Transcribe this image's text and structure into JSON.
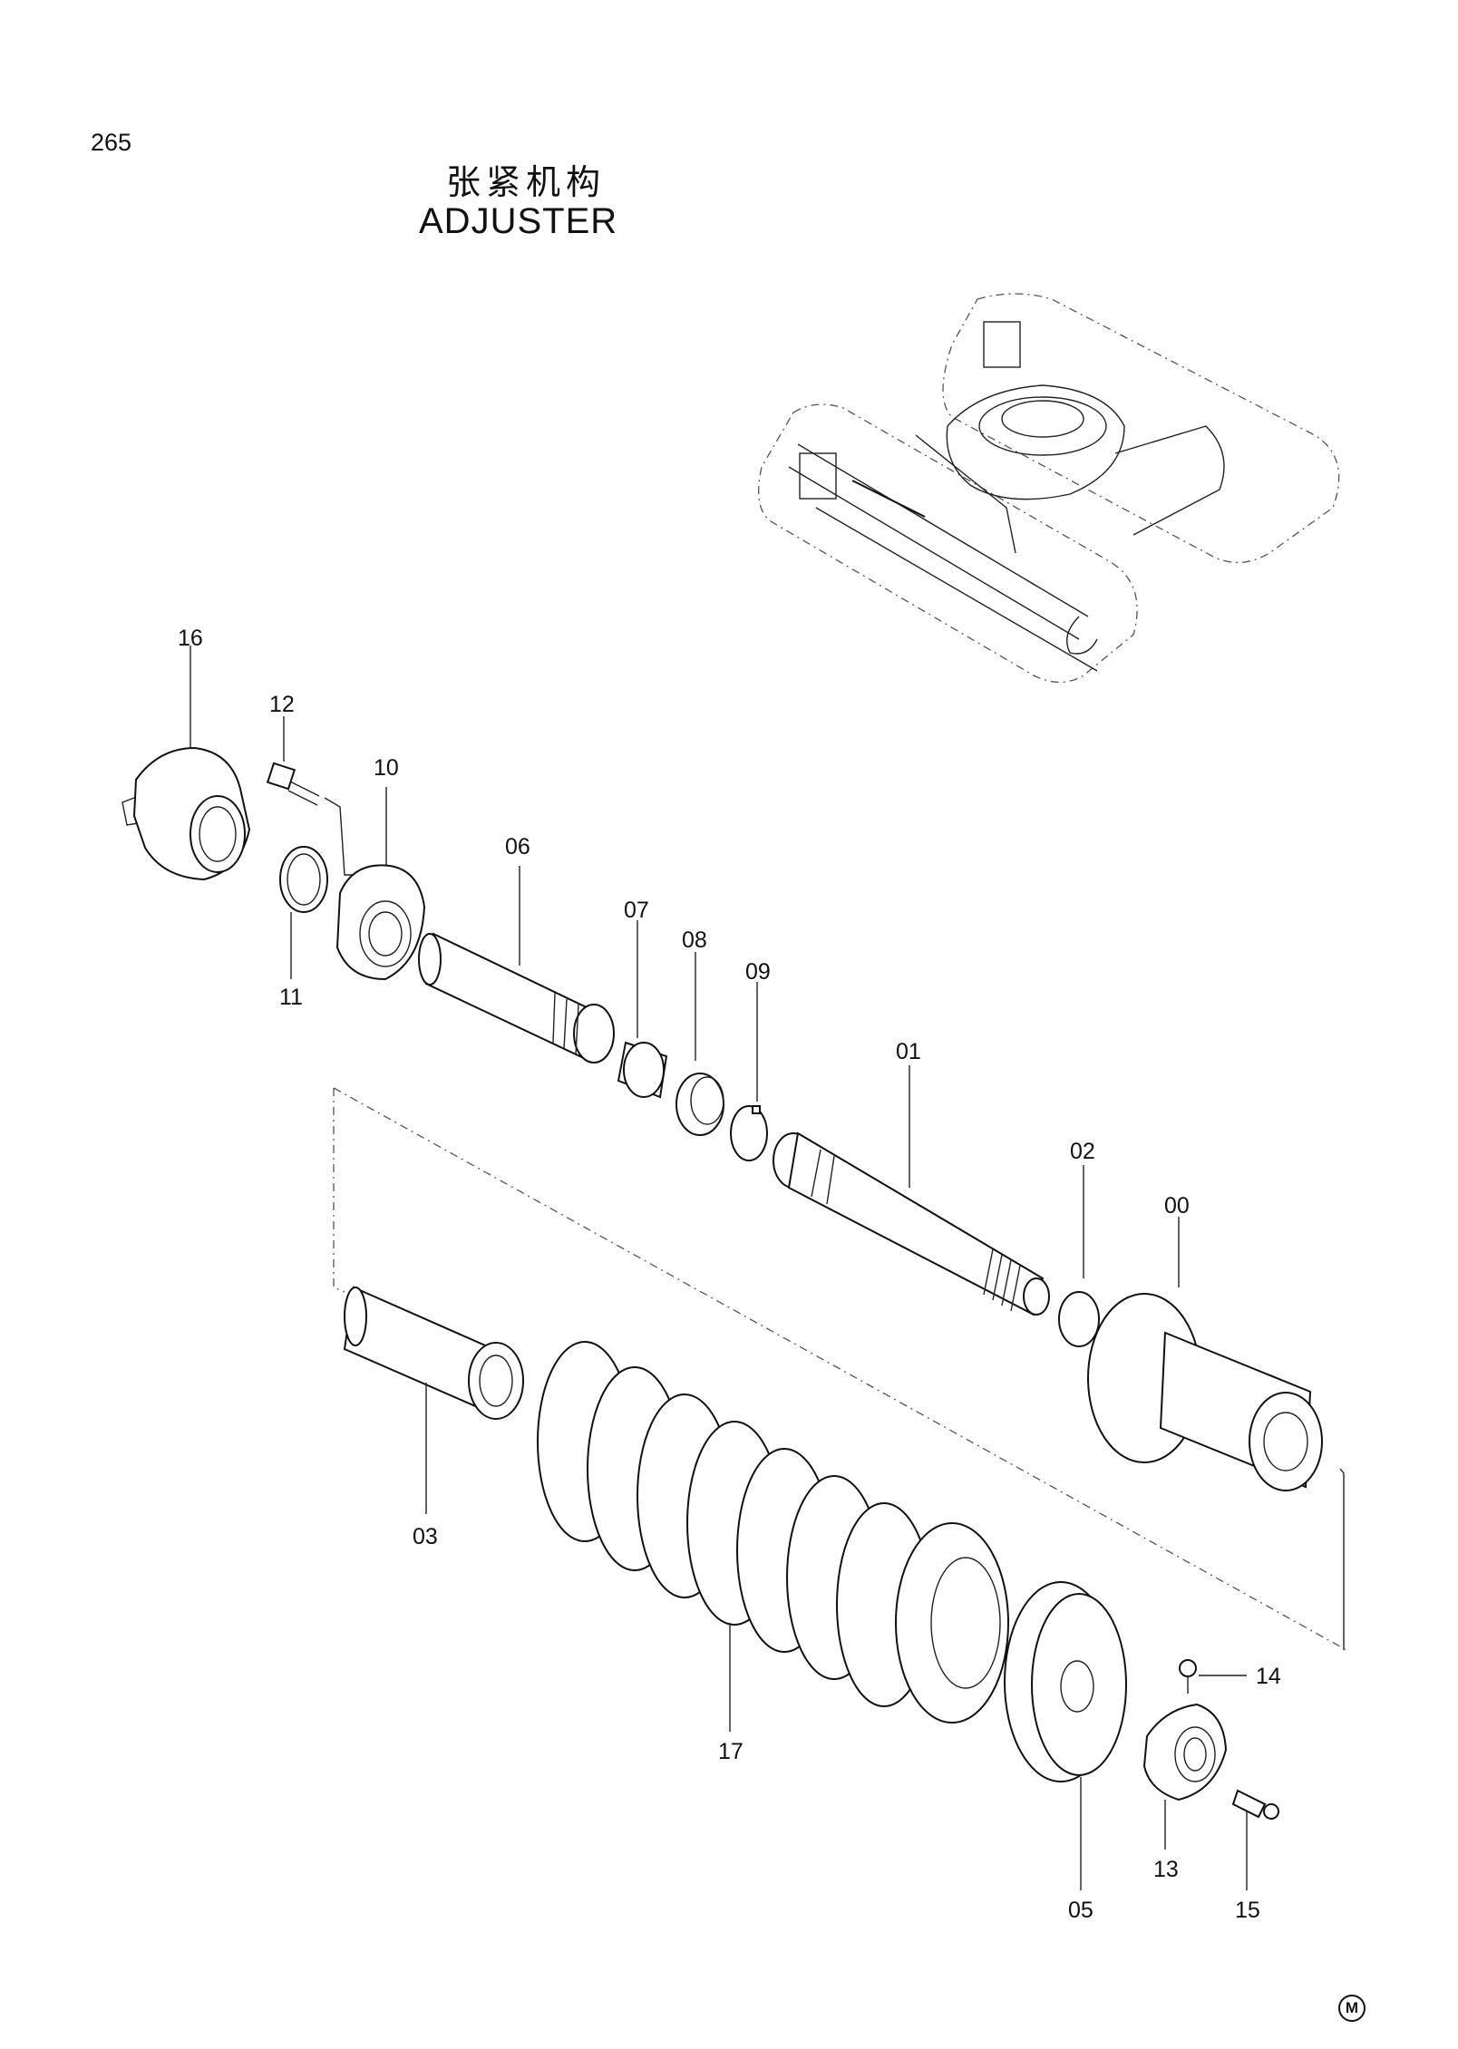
{
  "page": {
    "number": "265"
  },
  "title": {
    "chinese": "张紧机构",
    "english": "ADJUSTER"
  },
  "callouts": [
    "16",
    "12",
    "10",
    "06",
    "07",
    "08",
    "09",
    "11",
    "01",
    "02",
    "00",
    "03",
    "17",
    "14",
    "05",
    "13",
    "15"
  ],
  "mark": "M"
}
